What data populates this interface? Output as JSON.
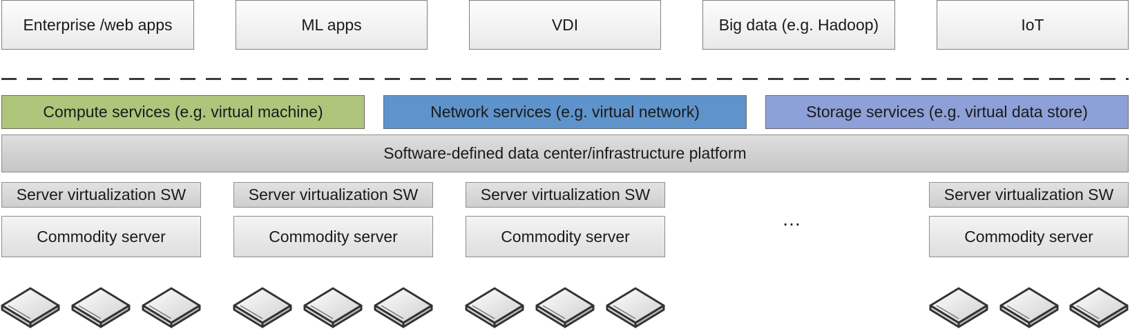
{
  "apps": [
    "Enterprise /web apps",
    "ML apps",
    "VDI",
    "Big data (e.g. Hadoop)",
    "IoT"
  ],
  "services": [
    {
      "label": "Compute services (e.g. virtual machine)",
      "color": "#afc57c"
    },
    {
      "label": "Network services (e.g. virtual network)",
      "color": "#5f93cb"
    },
    {
      "label": "Storage services (e.g. virtual data store)",
      "color": "#8ea0d8"
    }
  ],
  "platform": "Software-defined data center/infrastructure platform",
  "servers": [
    {
      "virt": "Server virtualization SW",
      "server": "Commodity server"
    },
    {
      "virt": "Server virtualization SW",
      "server": "Commodity server"
    },
    {
      "virt": "Server virtualization SW",
      "server": "Commodity server"
    },
    {
      "virt": "Server virtualization SW",
      "server": "Commodity server"
    }
  ],
  "ellipsis": "…",
  "icons": {
    "storage_disk": "disk-drive-icon"
  }
}
